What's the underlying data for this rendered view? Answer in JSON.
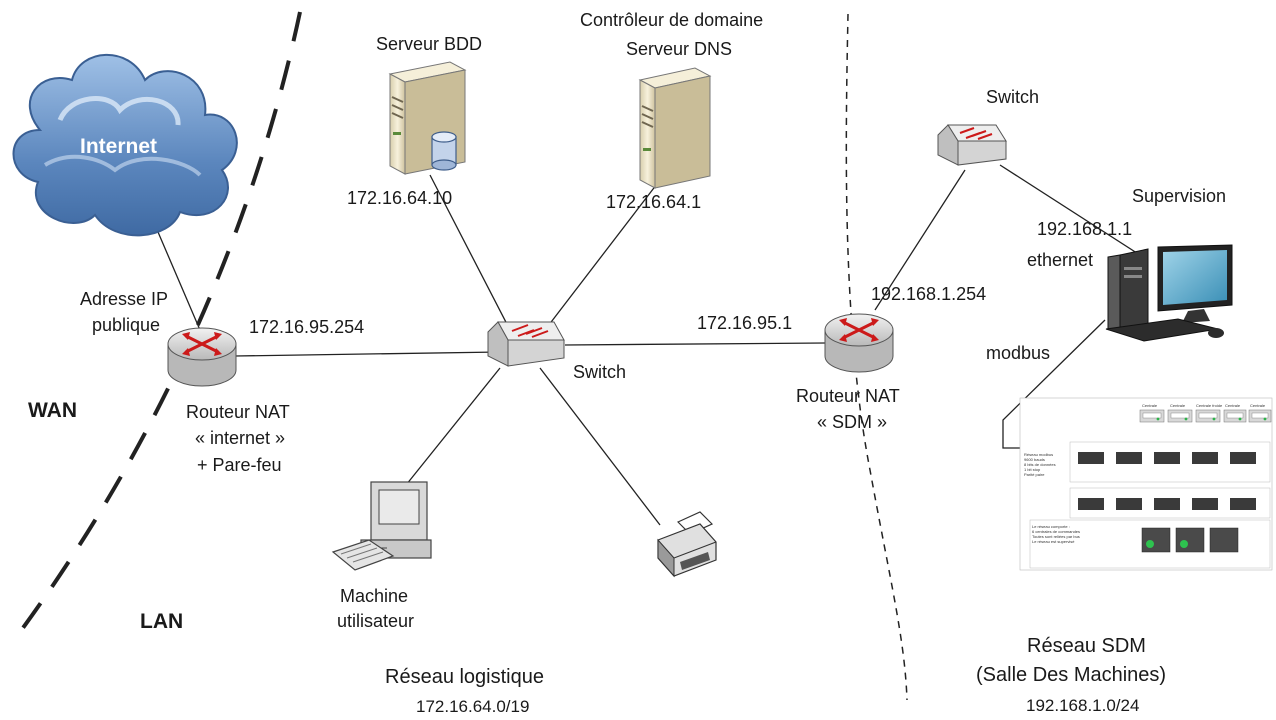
{
  "cloud_label": "Internet",
  "router_internet": {
    "left_label_1": "Adresse IP",
    "left_label_2": "publique",
    "ip_label": "172.16.95.254",
    "name_1": "Routeur NAT",
    "name_2": "« internet »",
    "name_3": "+ Pare-feu"
  },
  "zones": {
    "wan": "WAN",
    "lan": "LAN"
  },
  "server_bdd": {
    "name": "Serveur BDD",
    "ip": "172.16.64.10"
  },
  "server_dns": {
    "name_1": "Contrôleur de domaine",
    "name_2": "Serveur DNS",
    "ip": "172.16.64.1"
  },
  "switch_center": {
    "label": "Switch"
  },
  "user_machine": {
    "label_1": "Machine",
    "label_2": "utilisateur"
  },
  "network_logistique": {
    "name": "Réseau logistique",
    "subnet": "172.16.64.0/19"
  },
  "router_sdm": {
    "ip_lan": "172.16.95.1",
    "ip_sdm": "192.168.1.254",
    "name_1": "Routeur NAT",
    "name_2": "« SDM »"
  },
  "switch_sdm": {
    "label": "Switch"
  },
  "supervision": {
    "label": "Supervision",
    "ip": "192.168.1.1",
    "link": "ethernet",
    "bus": "modbus"
  },
  "network_sdm": {
    "name_1": "Réseau SDM",
    "name_2": "(Salle Des Machines)",
    "subnet": "192.168.1.0/24"
  },
  "modbus_panel": {
    "top_labels": [
      "Centrale",
      "Centrale",
      "Centrale froide",
      "Centrale",
      "Centrale"
    ],
    "side_text": [
      "Réseau modbus",
      "9600 bauds",
      "8 bits de données",
      "1 bit stop",
      "Parité paire"
    ],
    "bottom_text": [
      "Le réseau comporte :",
      "6 centrales de commandes",
      "Toutes sont reliées par bus",
      "Le réseau est supervisé"
    ]
  },
  "colors": {
    "line": "#222222",
    "router_red": "#cc1a1a",
    "cloud_blue": "#5b86bd",
    "server_beige": "#efe6c8"
  }
}
